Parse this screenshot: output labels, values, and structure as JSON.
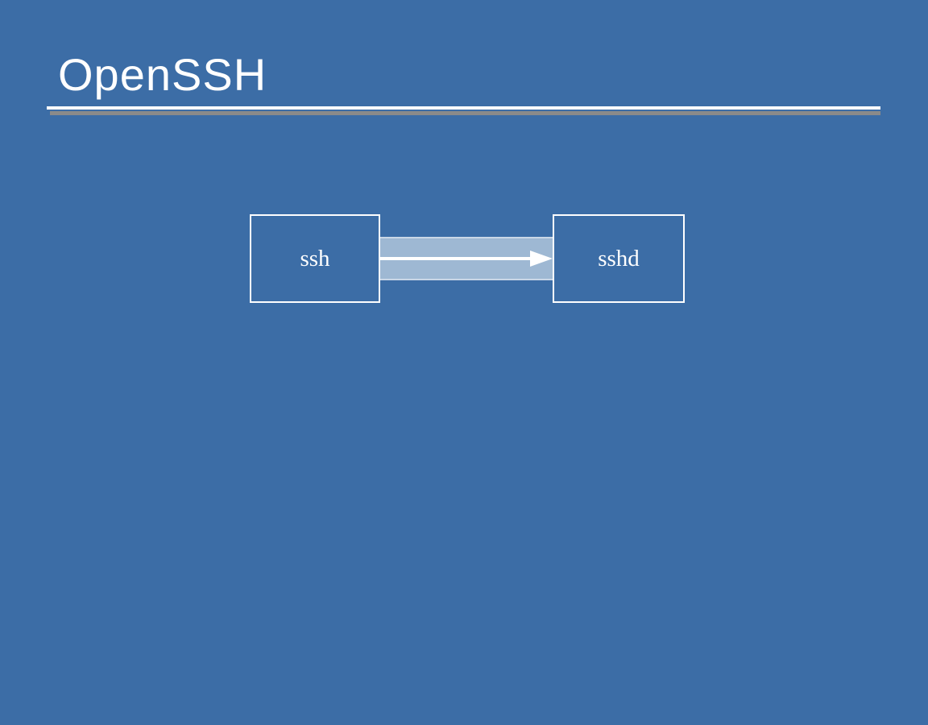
{
  "slide": {
    "title": "OpenSSH"
  },
  "colors": {
    "background": "#3c6da6",
    "title_text": "#ffffff",
    "rule_line": "#ffffff",
    "rule_shadow": "#8a8a8a",
    "node_border": "#ffffff",
    "node_fill": "#3c6da6",
    "node_text": "#ffffff",
    "band_fill": "#9eb8d3",
    "band_edge": "#c9d7e7",
    "arrow": "#ffffff"
  },
  "diagram": {
    "nodes": [
      {
        "id": "ssh-client",
        "label": "ssh"
      },
      {
        "id": "sshd-server",
        "label": "sshd"
      }
    ],
    "connector": {
      "from": "ssh",
      "to": "sshd",
      "direction": "right",
      "style": "band-with-arrow"
    }
  }
}
